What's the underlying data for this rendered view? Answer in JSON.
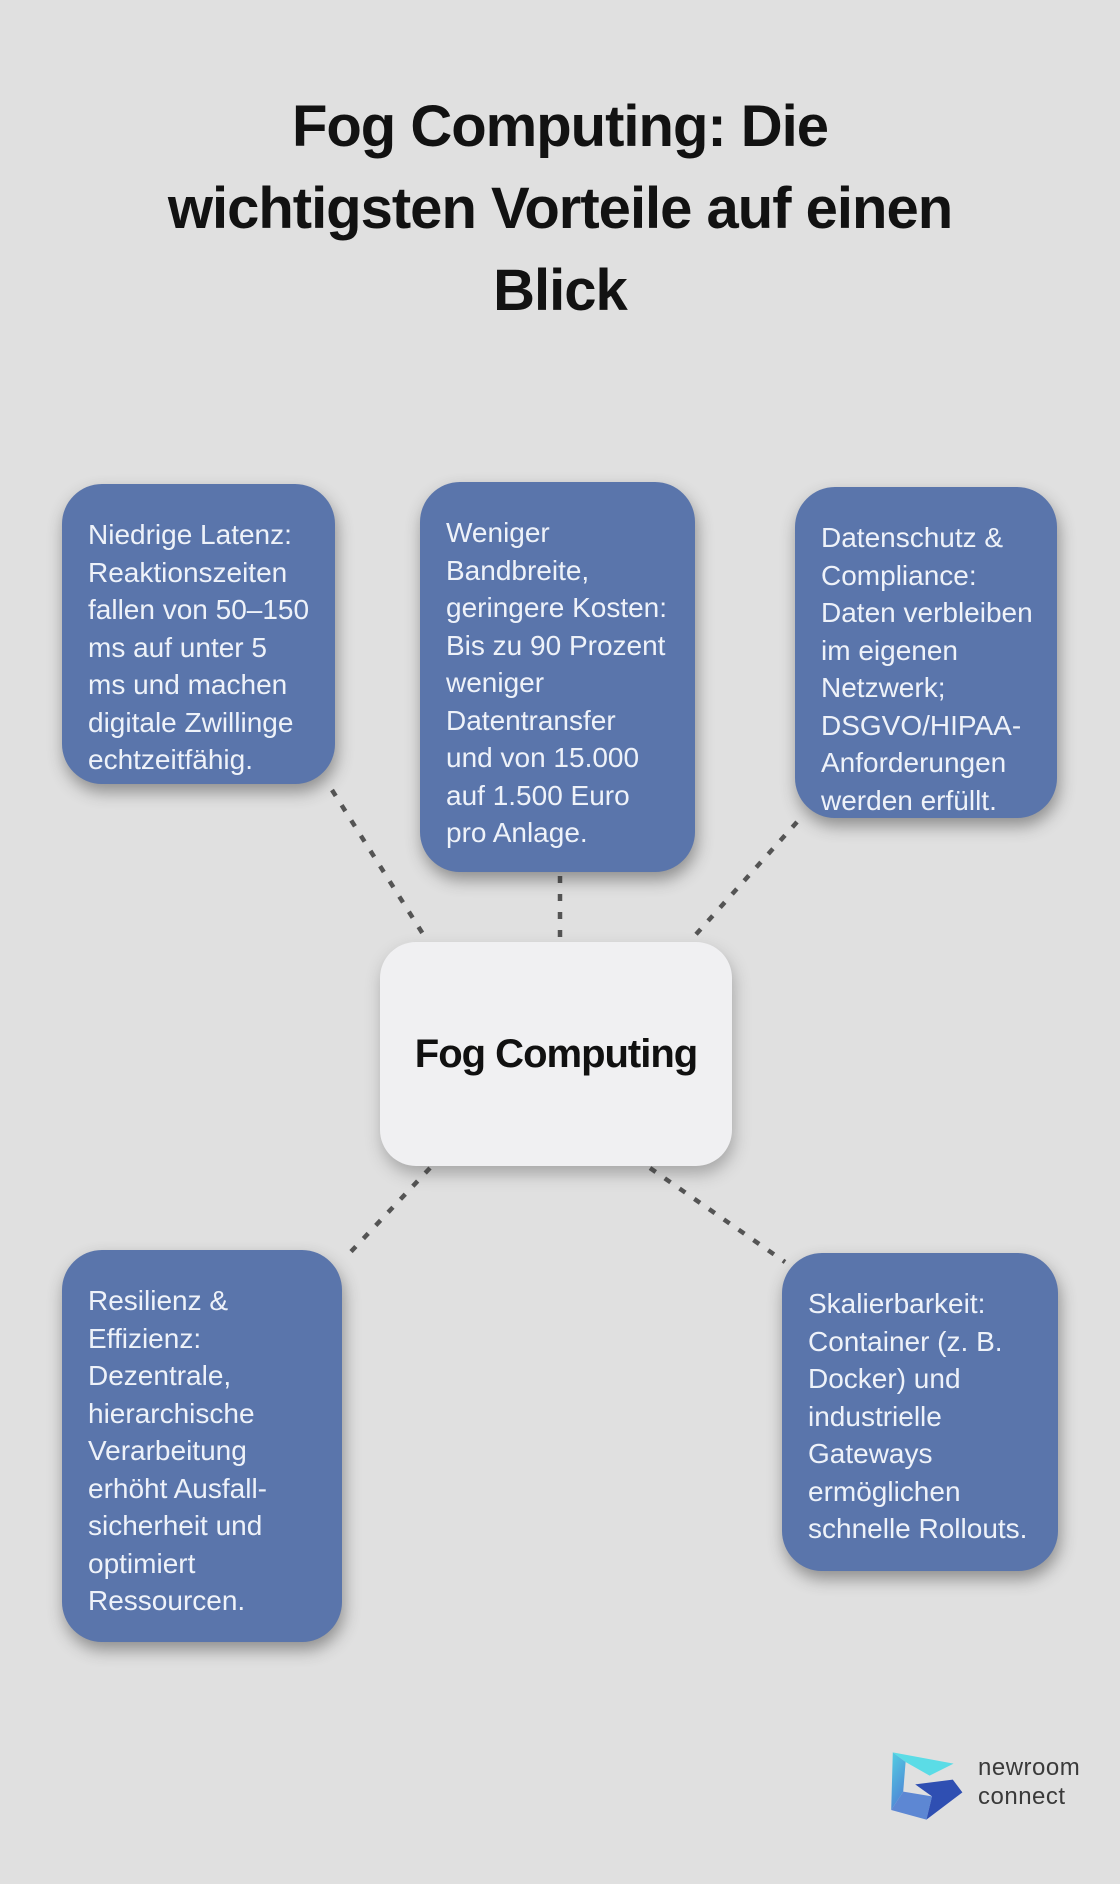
{
  "title": {
    "lines": [
      "Fog Computing: Die",
      "wichtigsten Vorteile auf einen",
      "Blick"
    ]
  },
  "center_node": {
    "label": "Fog Computing",
    "bg_color": "#f0f0f2",
    "text_color": "#111111"
  },
  "benefit_nodes": [
    {
      "id": "niedrige-latenz",
      "lines": [
        "Niedrige Latenz:",
        "Reaktionszeiten",
        "fallen von 50–150",
        "ms auf unter 5",
        "ms und machen",
        "digitale Zwillinge",
        "echtzeitfähig."
      ]
    },
    {
      "id": "weniger-bandbreite",
      "lines": [
        "Weniger",
        "Bandbreite,",
        "geringere Kosten:",
        "Bis zu 90 Prozent",
        "weniger",
        "Datentransfer",
        "und von 15.000",
        "auf 1.500 Euro",
        "pro Anlage."
      ]
    },
    {
      "id": "datenschutz-compliance",
      "lines": [
        "Datenschutz &",
        "Compliance:",
        "Daten verbleiben",
        "im eigenen",
        "Netzwerk;",
        "DSGVO/HIPAA-",
        "Anforderungen",
        "werden erfüllt."
      ]
    },
    {
      "id": "resilienz-effizienz",
      "lines": [
        "Resilienz &",
        "Effizienz:",
        "Dezentrale,",
        "hierarchische",
        "Verarbeitung",
        "erhöht Ausfall-",
        "sicherheit und",
        "optimiert",
        "Ressourcen."
      ]
    },
    {
      "id": "skalierbarkeit",
      "lines": [
        "Skalierbarkeit:",
        "Container (z. B.",
        "Docker) und",
        "industrielle",
        "Gateways",
        "ermöglichen",
        "schnelle Rollouts."
      ]
    }
  ],
  "node_style": {
    "bg_color": "#5a75ab",
    "text_color": "#eef2f9"
  },
  "connector_color": "#545454",
  "background_color": "#e0e0e0",
  "logo": {
    "line1": "newroom",
    "line2": "connect",
    "text_color": "#3a3a3a",
    "icon_colors": {
      "top_facet": "#5bdce6",
      "left_facet_gradient_start": "#53cfe2",
      "left_facet_gradient_end": "#4f86d6",
      "bottom_facet": "#5d87d3",
      "arrow_facet": "#2f4fb2"
    }
  }
}
